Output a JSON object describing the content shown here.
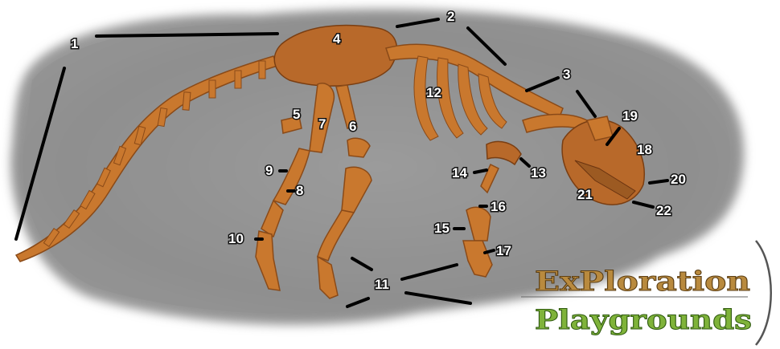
{
  "labels": [
    "1",
    "2",
    "3",
    "4",
    "5",
    "6",
    "7",
    "8",
    "9",
    "10",
    "11",
    "12",
    "13",
    "14",
    "15",
    "16",
    "17",
    "18",
    "19",
    "20",
    "21",
    "22"
  ],
  "logo": {
    "line1": "ExPloration",
    "line2": "Playgrounds"
  },
  "colors": {
    "rock": "#8c8c8c",
    "bone": "#c9782e",
    "logo_brown": "#b98a3e",
    "logo_green": "#7fb33a"
  }
}
